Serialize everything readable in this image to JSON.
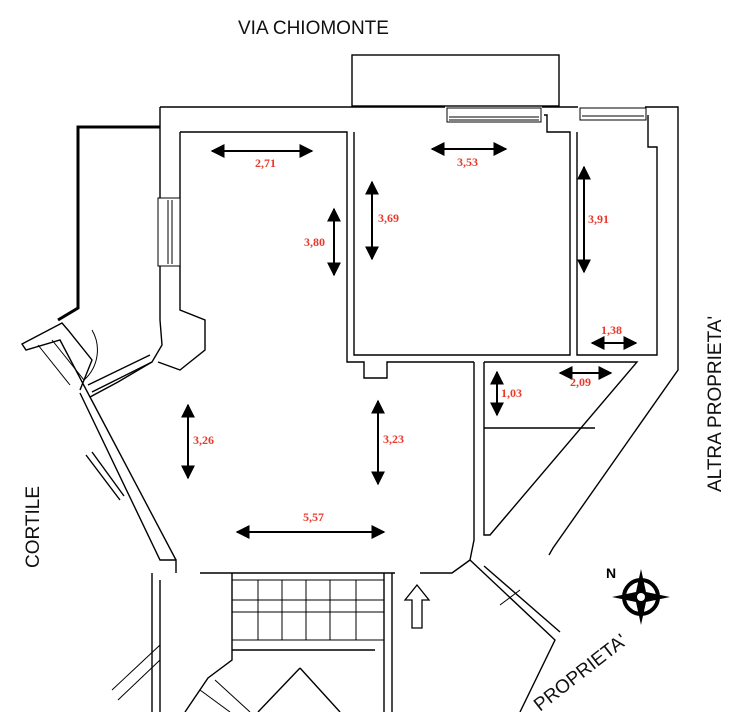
{
  "labels": {
    "street_top": "VIA CHIOMONTE",
    "side_right": "ALTRA PROPRIETA'",
    "side_left": "CORTILE",
    "bottom_right": "PROPRIETA'",
    "compass": "N"
  },
  "dimensions": [
    "2,71",
    "3,53",
    "3,80",
    "3,69",
    "3,91",
    "1,38",
    "1,03",
    "2,09",
    "3,26",
    "3,23",
    "5,57"
  ],
  "colors": {
    "dimension_text": "#e8392c",
    "walls": "#000000",
    "background": "#ffffff"
  }
}
